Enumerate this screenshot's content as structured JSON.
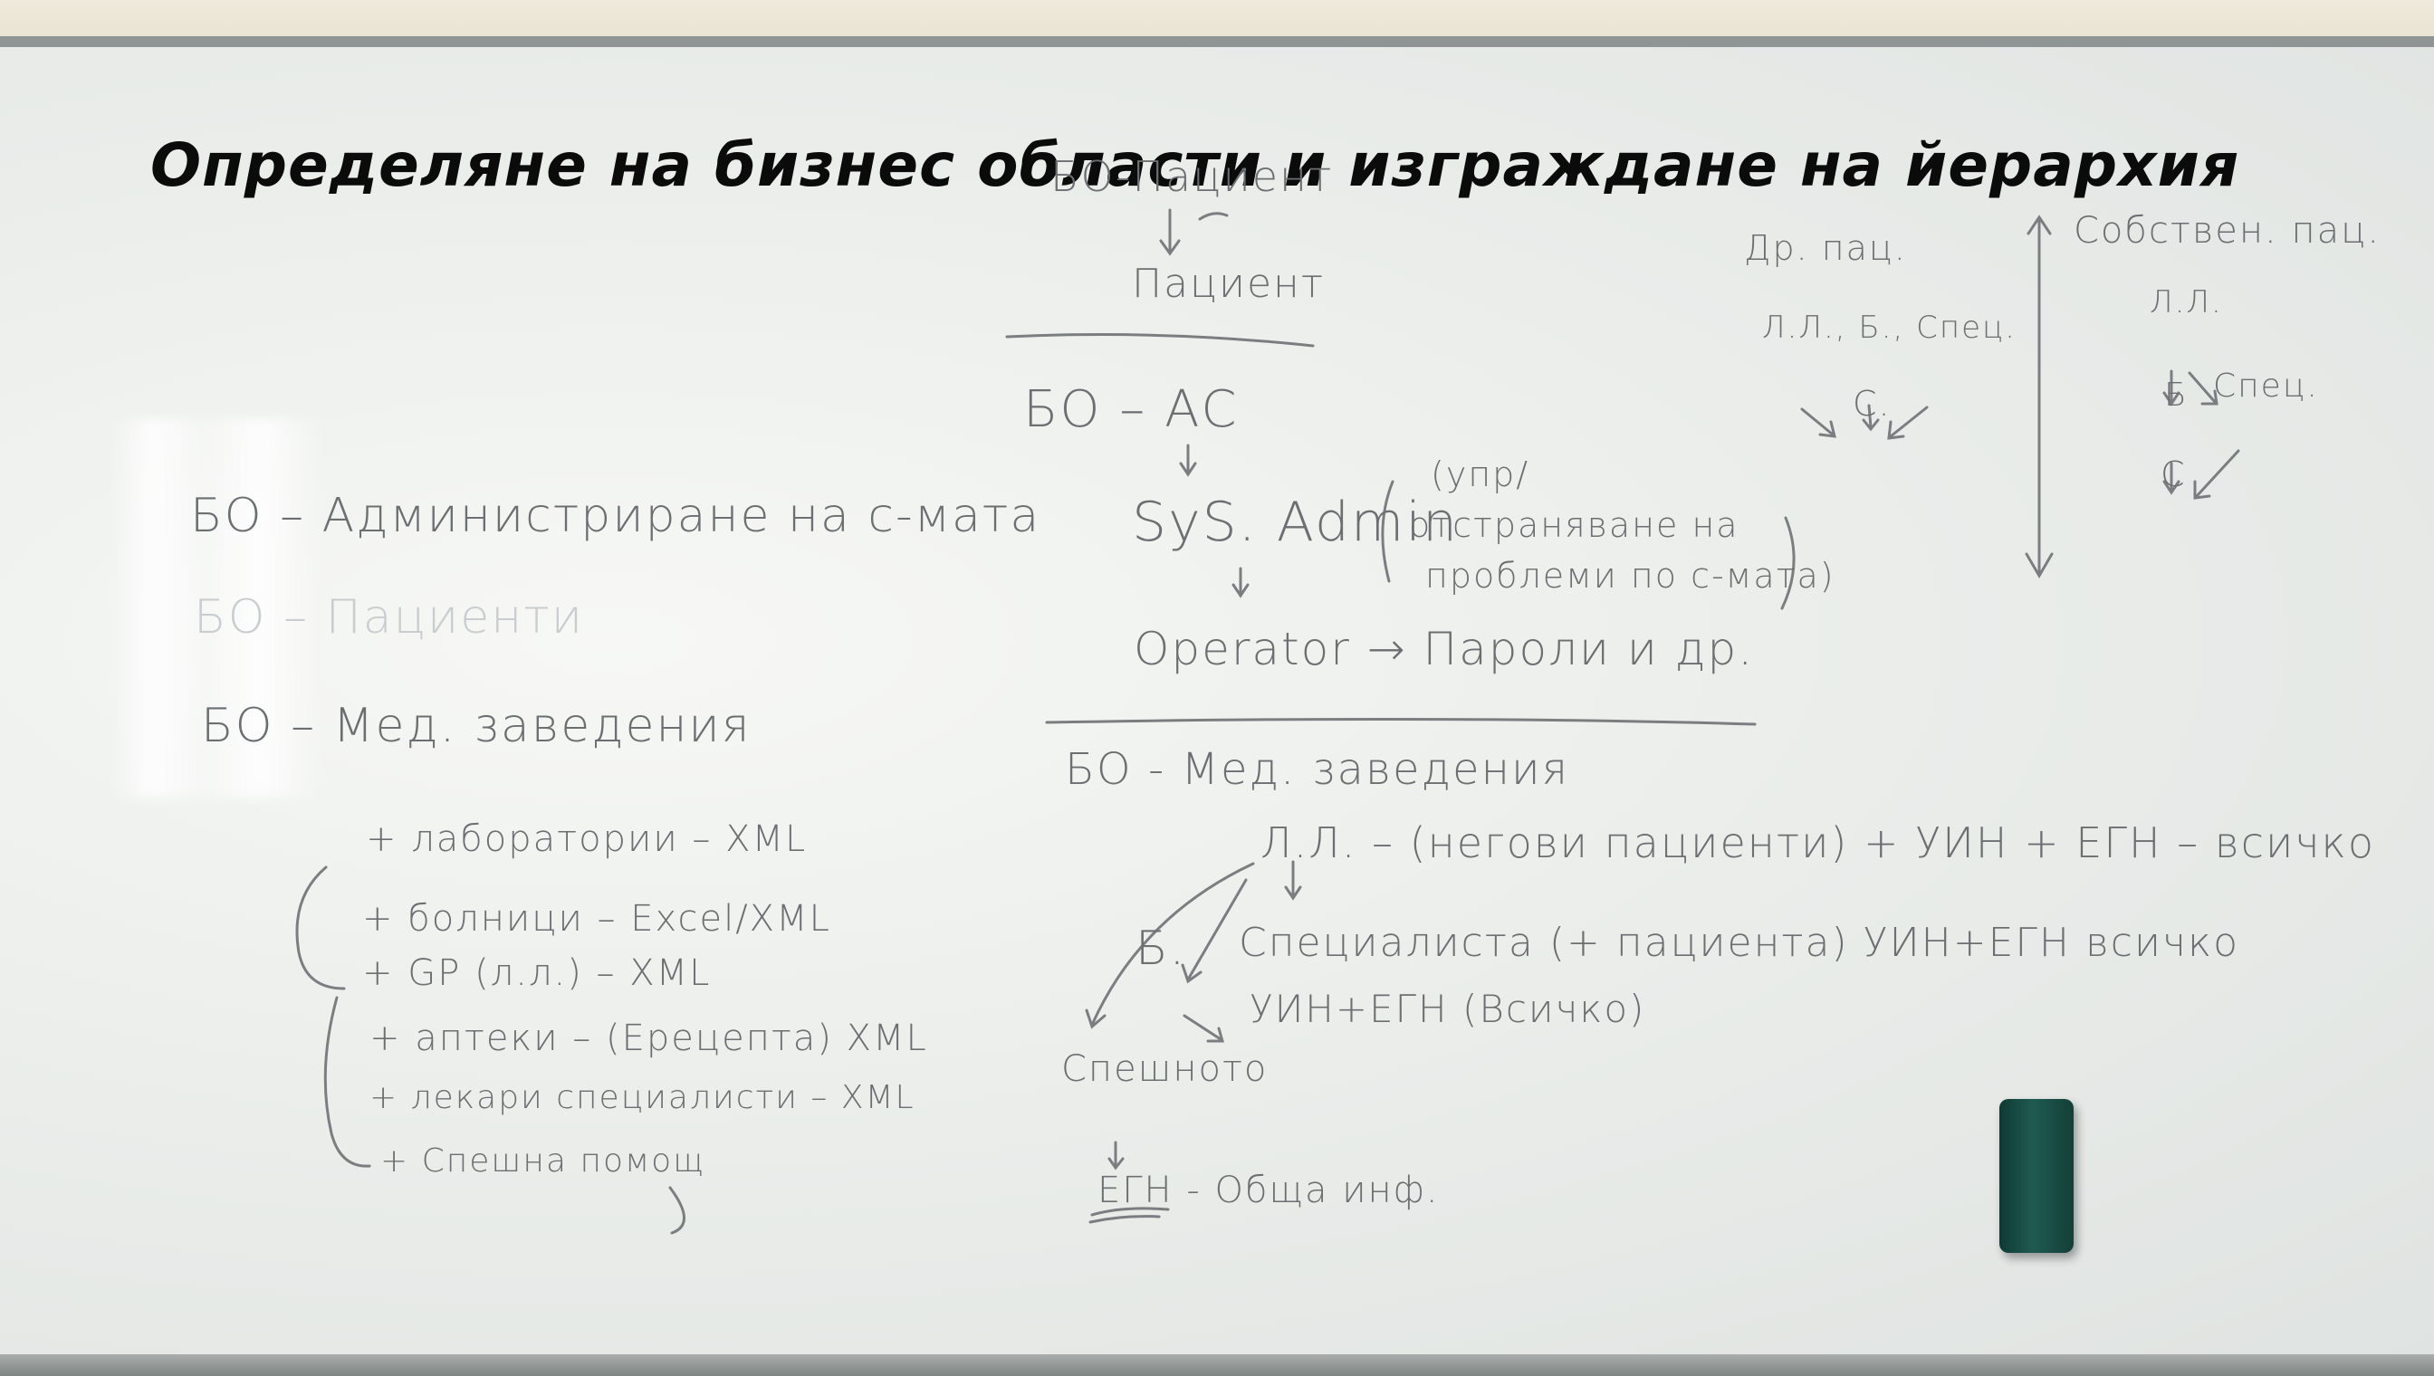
{
  "title": "Определяне на бизнес области и изграждане на йерархия",
  "left": {
    "bo_admin": "БО – Администриране на с-мата",
    "bo_patients_faint": "БО – Пациенти",
    "bo_med": "БО – Мед. заведения",
    "items": [
      "+ лаборатории – XML",
      "+ болници – Excel/XML",
      "+ GP (л.л.) – XML",
      "+ аптеки – (Ерецепта) XML",
      "+ лекари специалисти – XML",
      "+ Спешна помощ"
    ]
  },
  "center": {
    "bo_patient": "БО-Пациент",
    "patient": "Пациент",
    "bo_as": "БО – АС",
    "sysadmin": "SyS. Admin",
    "sysadmin_note_1": "(упр/",
    "sysadmin_note_2": "отстраняване на",
    "sysadmin_note_3": "проблеми по с-мата)",
    "operator": "Operator → Пароли и др.",
    "bo_med": "БО - Мед. заведения",
    "ll_line": "Л.Л. – (негови пациенти) + УИН + ЕГН – всичко",
    "specialist_line": "Специалиста (+ пациента) УИН+ЕГН всичко",
    "b": "Б.",
    "uin_egn": "УИН+ЕГН (Всичко)",
    "emergency": "Спешното",
    "egn_info": "ЕГН - Обща инф."
  },
  "right": {
    "other_patients": "Др. пац.",
    "other_line": "Л.Л., Б., Спец.",
    "other_c": "С.",
    "own_patients": "Собствен. пац.",
    "own_ll": "Л.Л.",
    "own_b": "Б",
    "own_spec": "Спец.",
    "own_c": "С"
  }
}
